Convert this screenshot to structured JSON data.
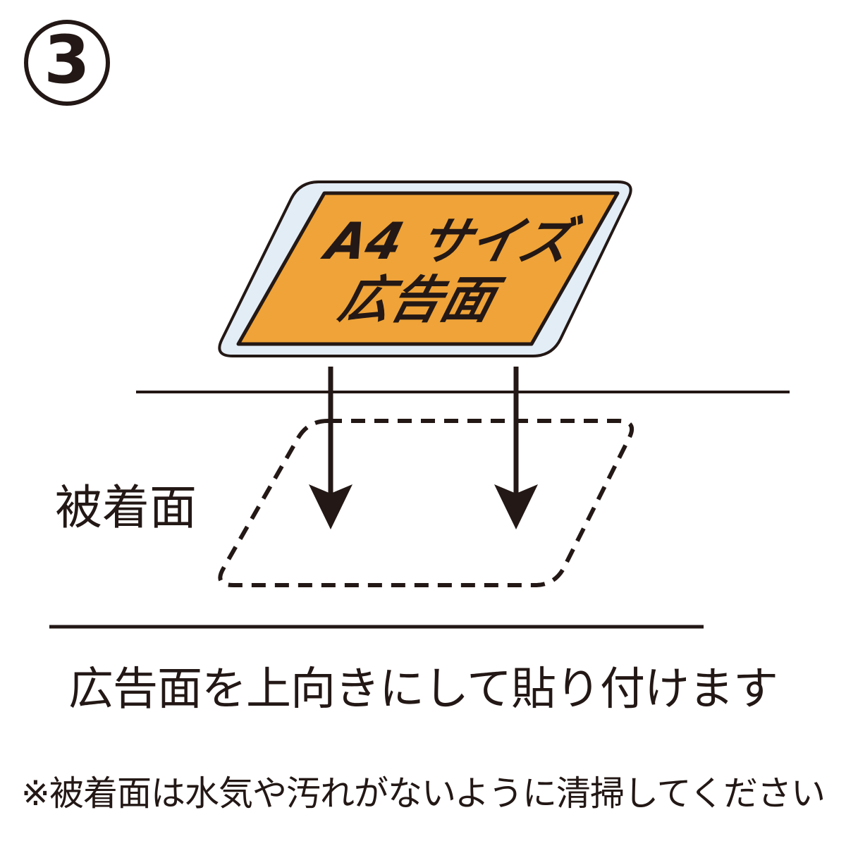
{
  "step": {
    "number": "3"
  },
  "panel": {
    "label_line1": "A4 サイズ",
    "label_line2": "広告面"
  },
  "surface": {
    "label": "被着面"
  },
  "caption": "広告面を上向きにして貼り付けます",
  "note": "※被着面は水気や汚れがないように清掃してください",
  "colors": {
    "ink": "#231815",
    "panel_face": "#efa338",
    "panel_edge": "#e3edf6",
    "background": "#ffffff"
  }
}
